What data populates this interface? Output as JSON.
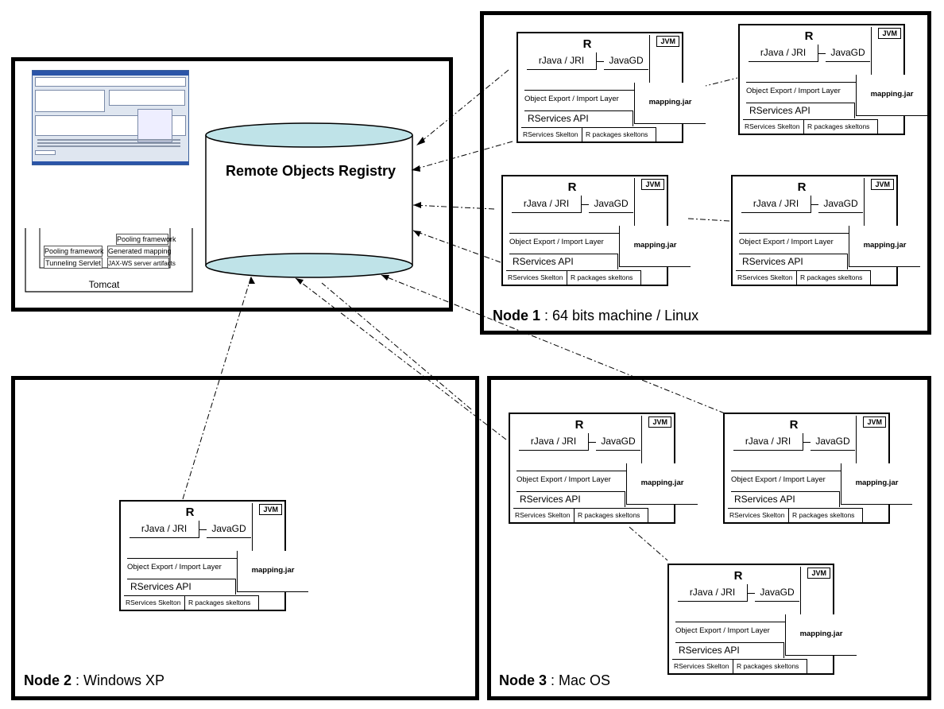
{
  "registry": {
    "title": "Remote Objects Registry"
  },
  "tomcat": {
    "label": "Tomcat",
    "left_items": [
      "Pooling framework",
      "Tunneling Servlet"
    ],
    "right_items": [
      "Pooling framework",
      "Generated mapping",
      "JAX-WS server artifacts"
    ]
  },
  "nodes": [
    {
      "name": "Node 1",
      "desc": " : 64 bits machine / Linux"
    },
    {
      "name": "Node 2",
      "desc": " : Windows XP"
    },
    {
      "name": "Node 3",
      "desc": " :  Mac OS"
    }
  ],
  "component": {
    "jvm_tag": "JVM",
    "r_title": "R",
    "rjava": "rJava / JRI",
    "javagd": "JavaGD",
    "export_layer": "Object Export / Import Layer",
    "rservices_api": "RServices API",
    "skeleton": "RServices Skelton",
    "packages": "R packages skeltons",
    "mapping": "mapping.jar"
  },
  "colors": {
    "cylinder_fill": "#bfe3e8",
    "frame": "#000000"
  }
}
